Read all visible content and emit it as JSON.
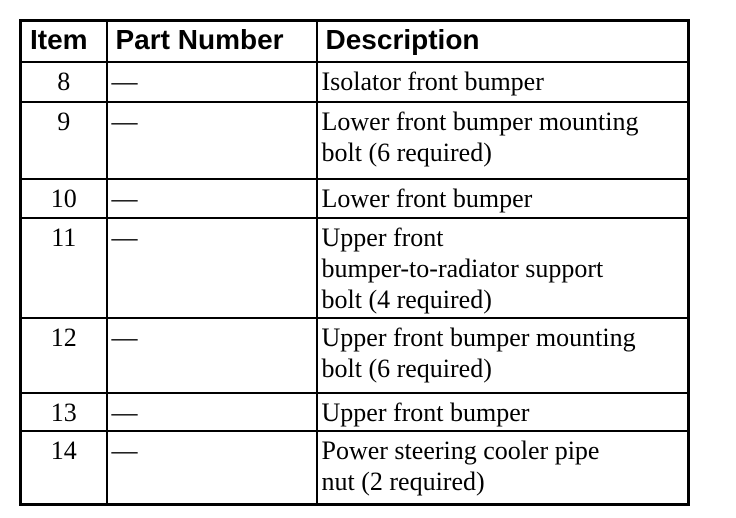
{
  "page": {
    "background_color": "#ffffff",
    "text_color": "#000000",
    "border_color": "#000000"
  },
  "table": {
    "headers": [
      "Item",
      "Part Number",
      "Description"
    ],
    "rows": [
      {
        "item": "8",
        "part_number": "—",
        "description": "Isolator front bumper"
      },
      {
        "item": "9",
        "part_number": "—",
        "description": "Lower front bumper mounting\nbolt (6 required)"
      },
      {
        "item": "10",
        "part_number": "—",
        "description": "Lower front bumper"
      },
      {
        "item": "11",
        "part_number": "—",
        "description": "Upper front\nbumper-to-radiator support\nbolt (4 required)"
      },
      {
        "item": "12",
        "part_number": "—",
        "description": "Upper front bumper mounting\nbolt (6 required)"
      },
      {
        "item": "13",
        "part_number": "—",
        "description": "Upper front bumper"
      },
      {
        "item": "14",
        "part_number": "—",
        "description": "Power steering cooler pipe\nnut (2 required)"
      }
    ]
  }
}
